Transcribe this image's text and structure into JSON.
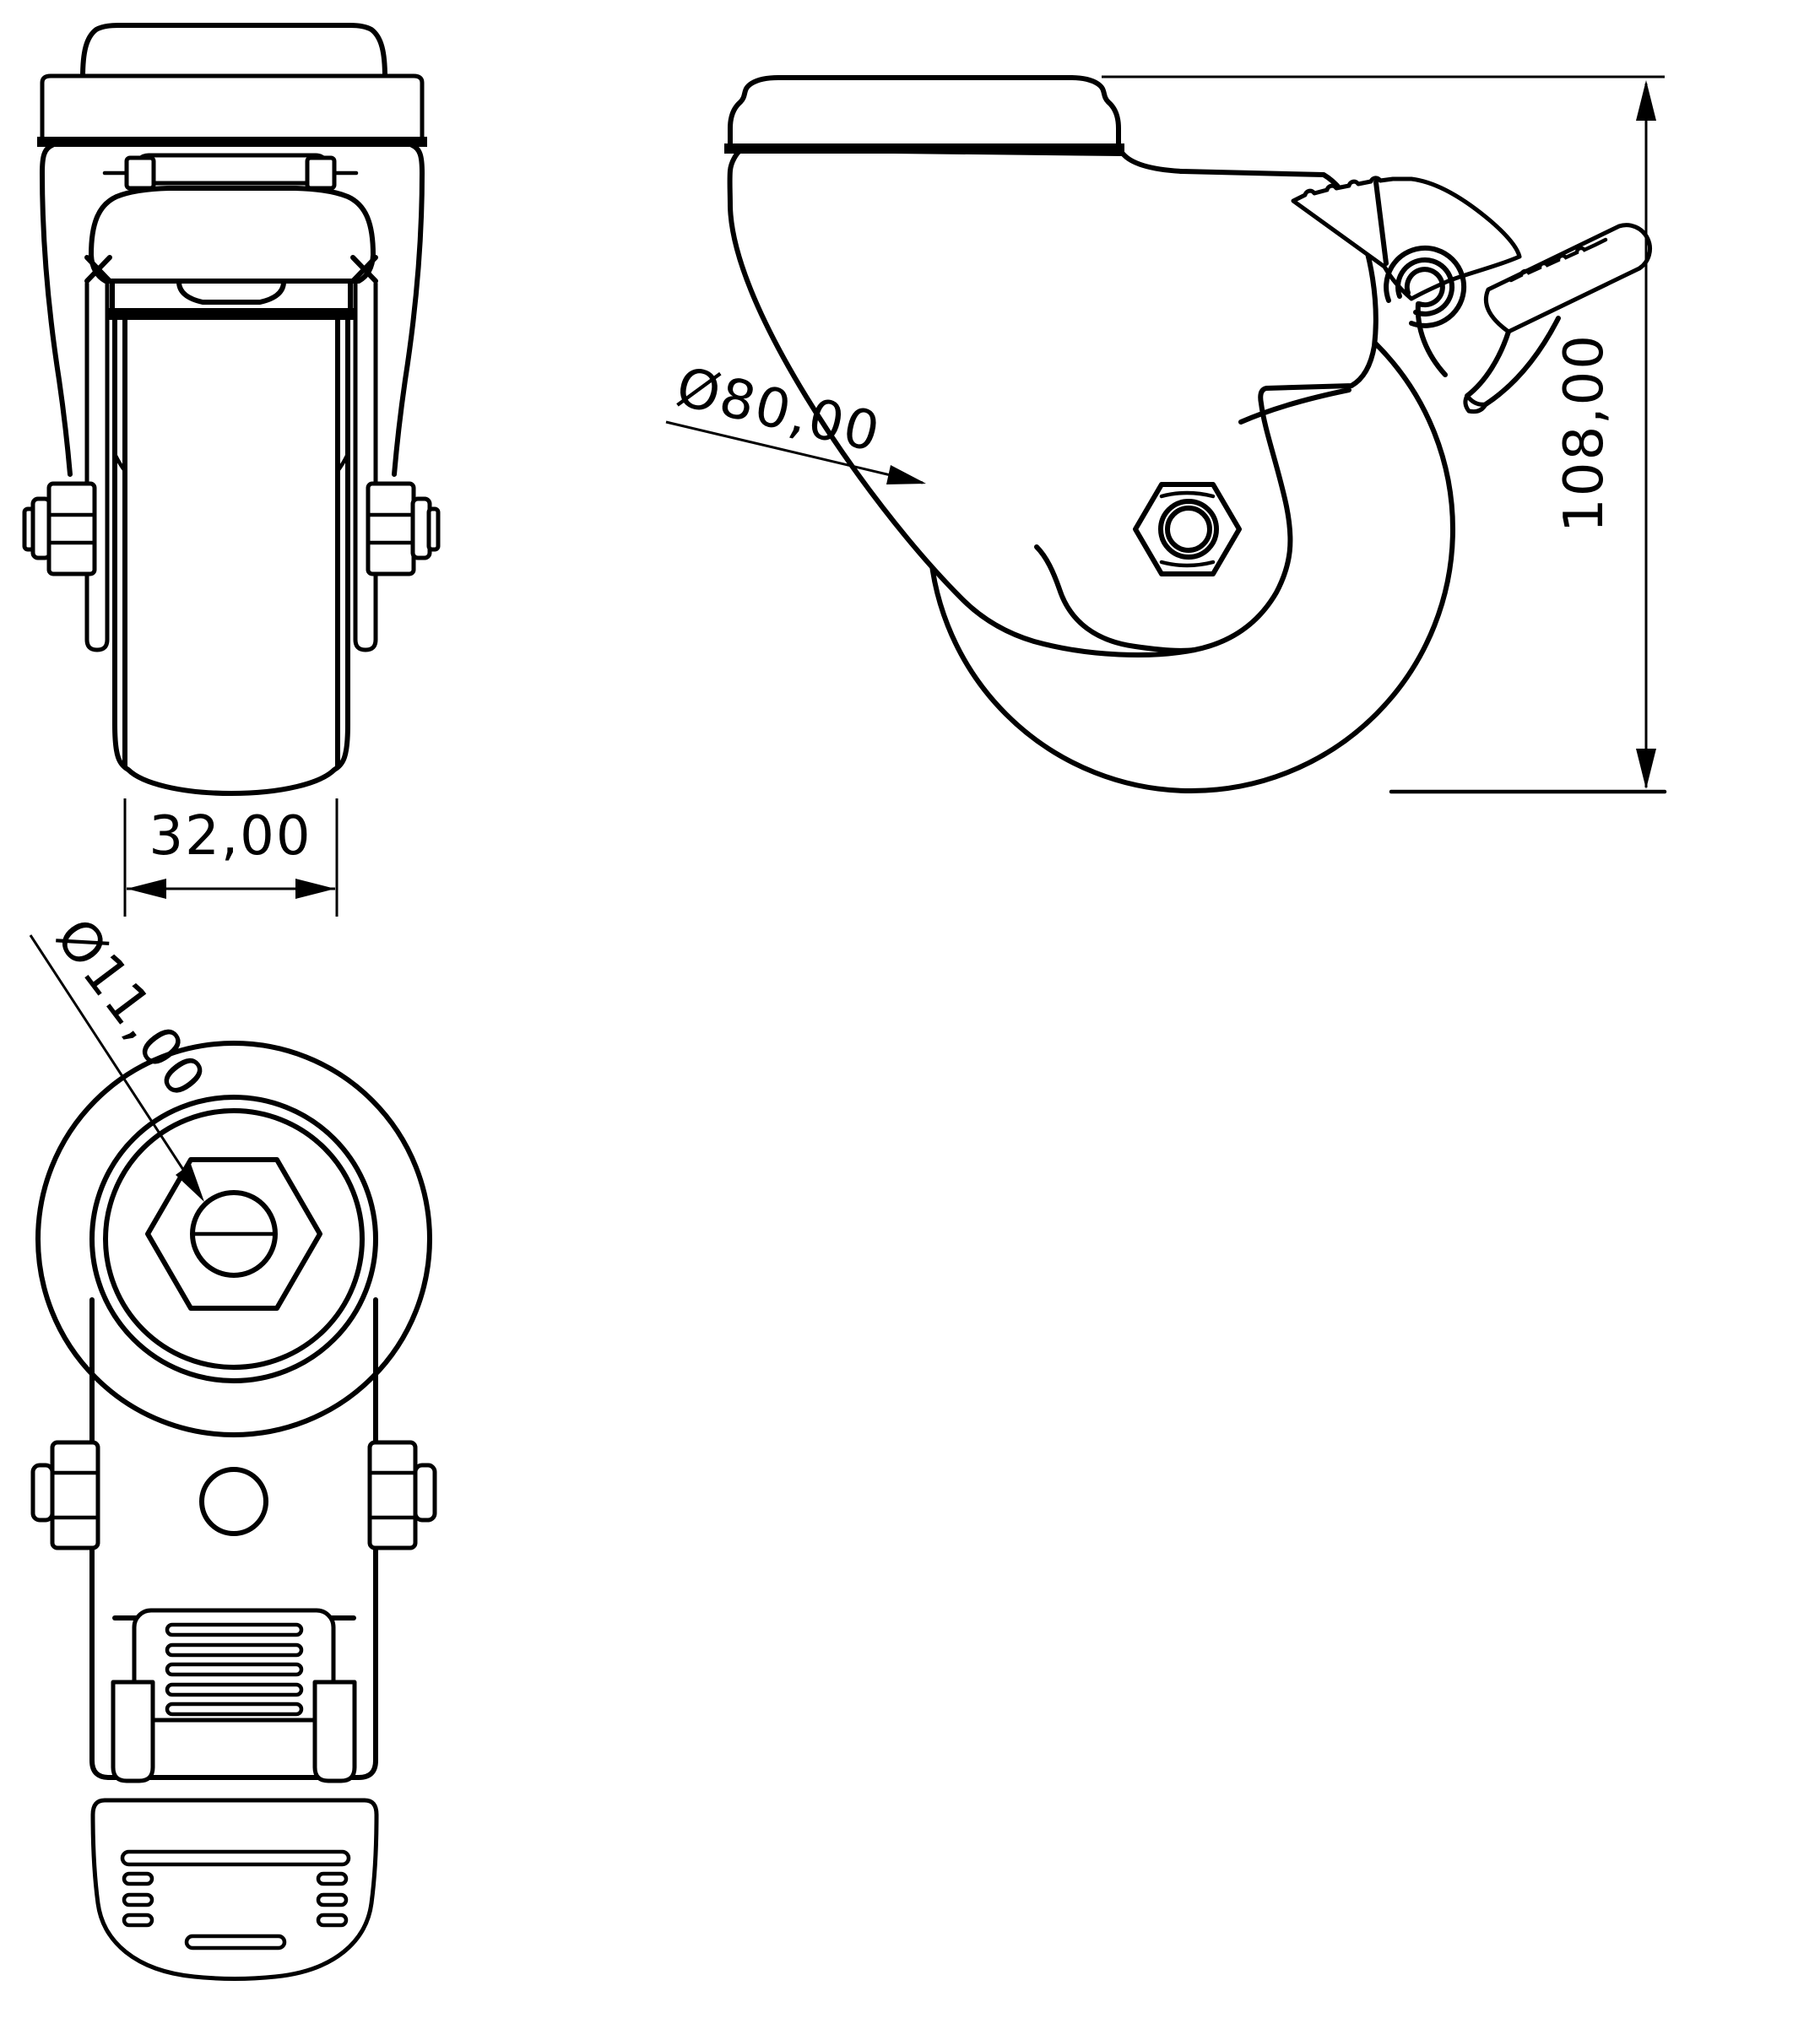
{
  "page": {
    "background_color": "#ffffff",
    "line_color": "#000000",
    "type": "technical-drawing-caster-wheel-three-views"
  },
  "dimensions": {
    "wheel_width": "32,00",
    "wheel_diameter": "Ø80,00",
    "overall_height": "108,00",
    "bolt_hole_diameter": "Ø11,00"
  }
}
